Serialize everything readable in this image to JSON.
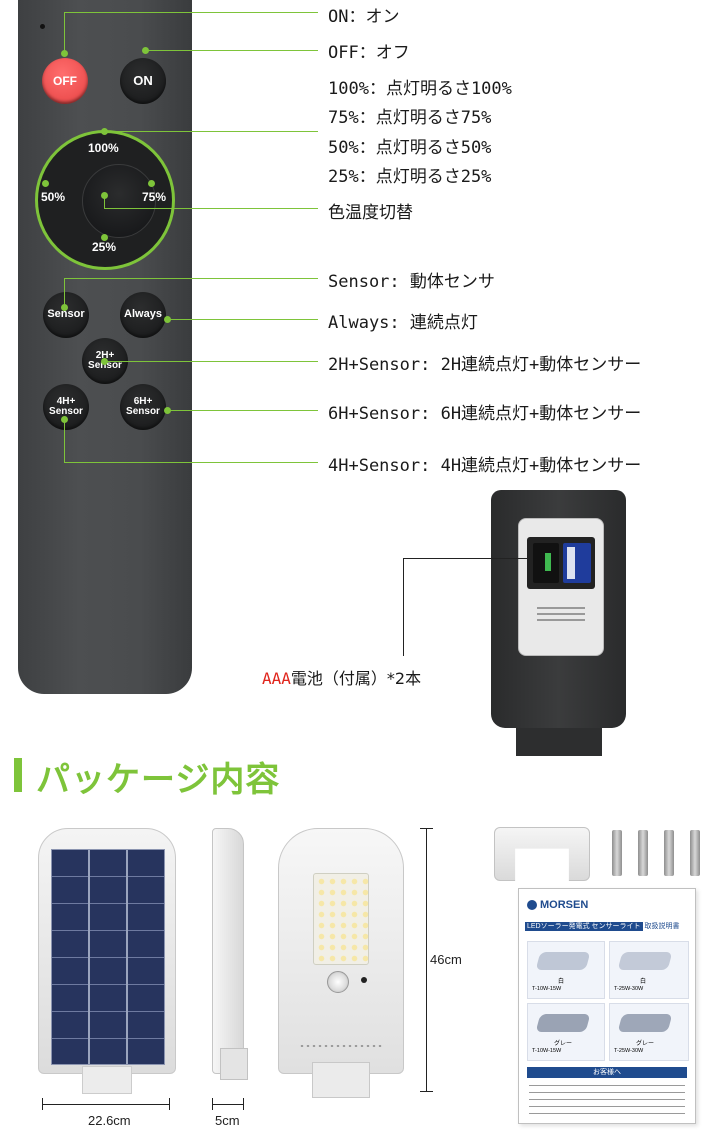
{
  "remote": {
    "buttons": {
      "off": "OFF",
      "on": "ON",
      "b100": "100%",
      "b50": "50%",
      "b75": "75%",
      "b25": "25%",
      "sensor": "Sensor",
      "always": "Always",
      "h2_top": "2H+",
      "h2_bot": "Sensor",
      "h4_top": "4H+",
      "h4_bot": "Sensor",
      "h6_top": "6H+",
      "h6_bot": "Sensor"
    }
  },
  "annotations": {
    "on": "ON：オン",
    "off": "OFF：オフ",
    "p100": "100%：点灯明るさ100%",
    "p75": "75%：点灯明るさ75%",
    "p50": "50%：点灯明るさ50%",
    "p25": "25%：点灯明るさ25%",
    "color_temp": "色温度切替",
    "sensor": "Sensor: 動体センサ",
    "always": "Always: 連続点灯",
    "h2": "2H+Sensor: 2H連続点灯+動体センサー",
    "h6": "6H+Sensor: 6H連続点灯+動体センサー",
    "h4": "4H+Sensor: 4H連続点灯+動体センサー"
  },
  "battery": {
    "aaa": "AAA",
    "rest": "電池（付属）*2本"
  },
  "package": {
    "heading": "パッケージ内容",
    "height_dim": "46cm",
    "width_dim": "22.6cm",
    "depth_dim": "5cm",
    "manual": {
      "brand": "MORSEN",
      "title_left": "LEDソーラー発電式 センサーライト",
      "title_right": "取扱説明書",
      "p1_color": "白",
      "p1_spec": "T-10W-15W",
      "p2_color": "白",
      "p2_spec": "T-25W-30W",
      "p3_color": "グレー",
      "p3_spec": "T-10W-15W",
      "p4_color": "グレー",
      "p4_spec": "T-25W-30W",
      "section": "お客様へ"
    }
  },
  "colors": {
    "accent_green": "#7ec43a",
    "off_red": "#ec4d4d",
    "aaa_red": "#e0261d"
  }
}
